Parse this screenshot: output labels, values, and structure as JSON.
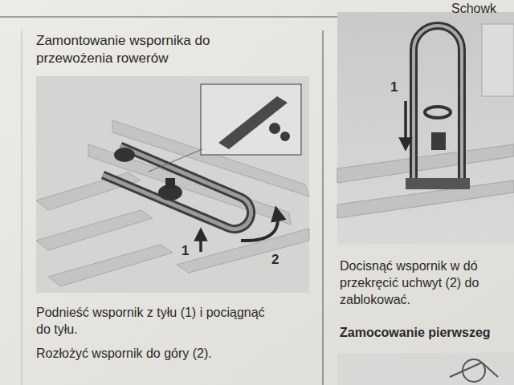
{
  "diagram": {
    "title": "Zamontowanie wspornika do przewożenia rowerów",
    "labels": [
      "Schowk",
      "1",
      "2",
      "Podnieść wspornik z tyłu (1) i pociągnąć do tyłu.",
      "Rozłożyć wspornik do góry (2).",
      "1",
      "Docisnąć wspornik w dó",
      "przekręcić uchwyt (2) do",
      "zablokować.",
      "Zamocowanie pierwszeg"
    ]
  }
}
